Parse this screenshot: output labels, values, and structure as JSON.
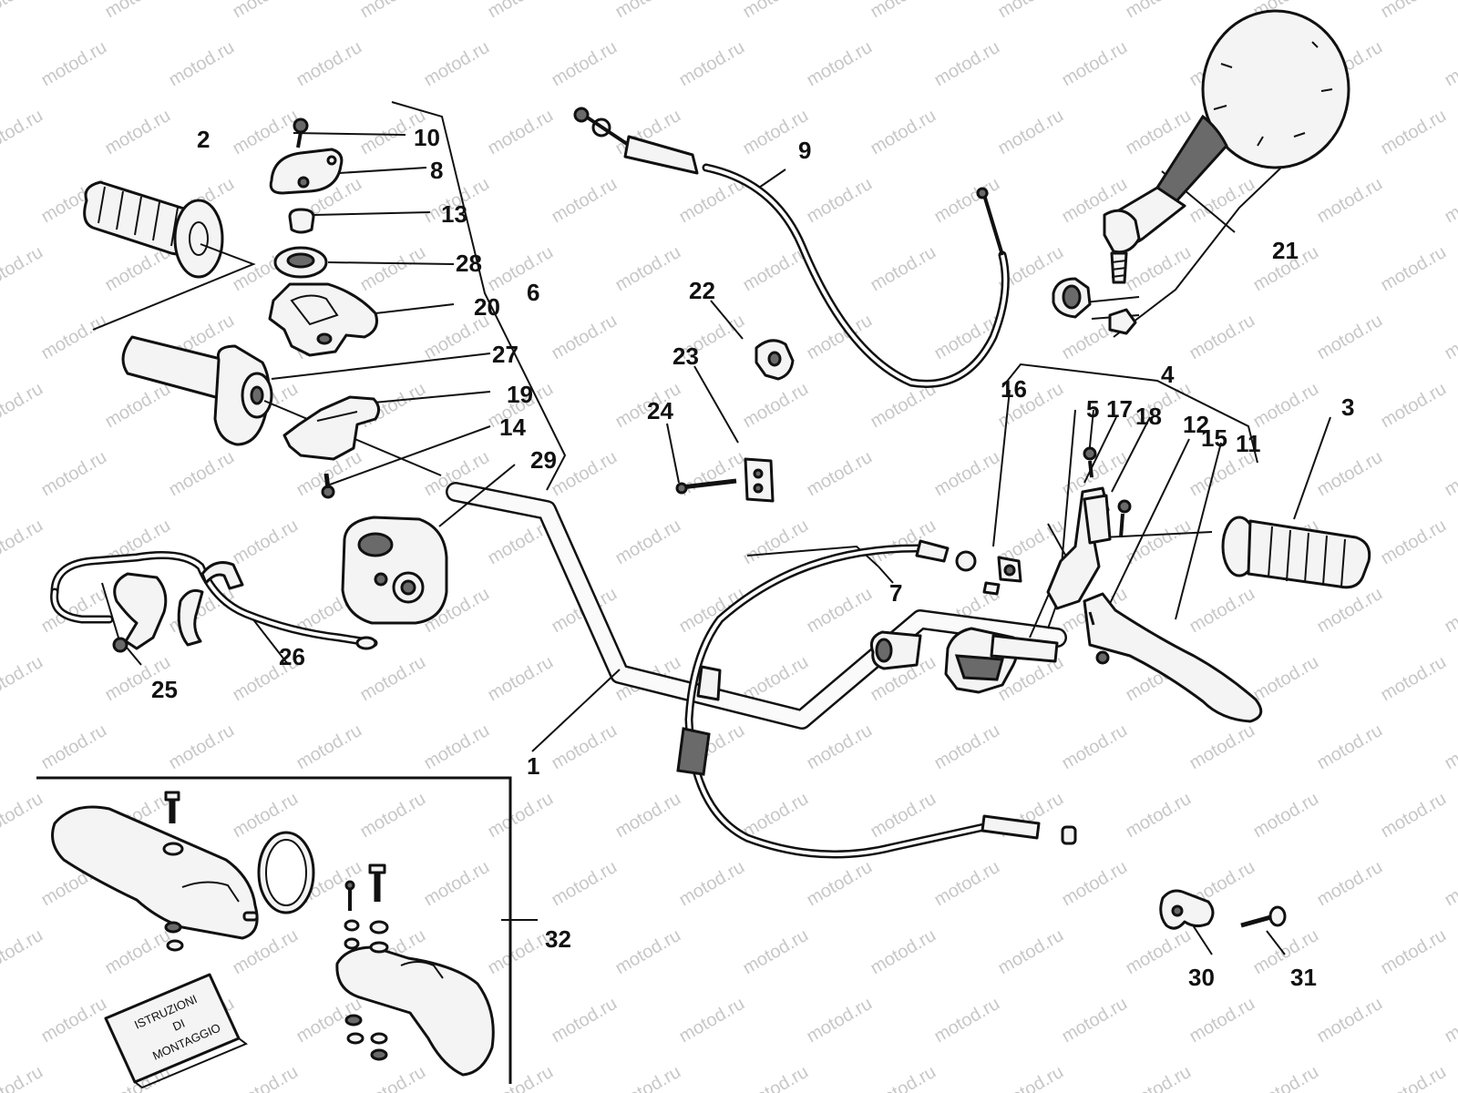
{
  "watermark": "motod.ru",
  "labels": {
    "p1": "1",
    "p2": "2",
    "p3": "3",
    "p4": "4",
    "p5": "5",
    "p6": "6",
    "p7": "7",
    "p8": "8",
    "p9": "9",
    "p10": "10",
    "p11": "11",
    "p12": "12",
    "p13": "13",
    "p14": "14",
    "p15": "15",
    "p16": "16",
    "p17": "17",
    "p18": "18",
    "p19": "19",
    "p20": "20",
    "p21": "21",
    "p22": "22",
    "p23": "23",
    "p24": "24",
    "p25": "25",
    "p26": "26",
    "p27": "27",
    "p28": "28",
    "p29": "29",
    "p30": "30",
    "p31": "31",
    "p32": "32"
  },
  "instructions_box": {
    "line1": "ISTRUZIONI",
    "line2": "DI",
    "line3": "MONTAGGIO"
  }
}
